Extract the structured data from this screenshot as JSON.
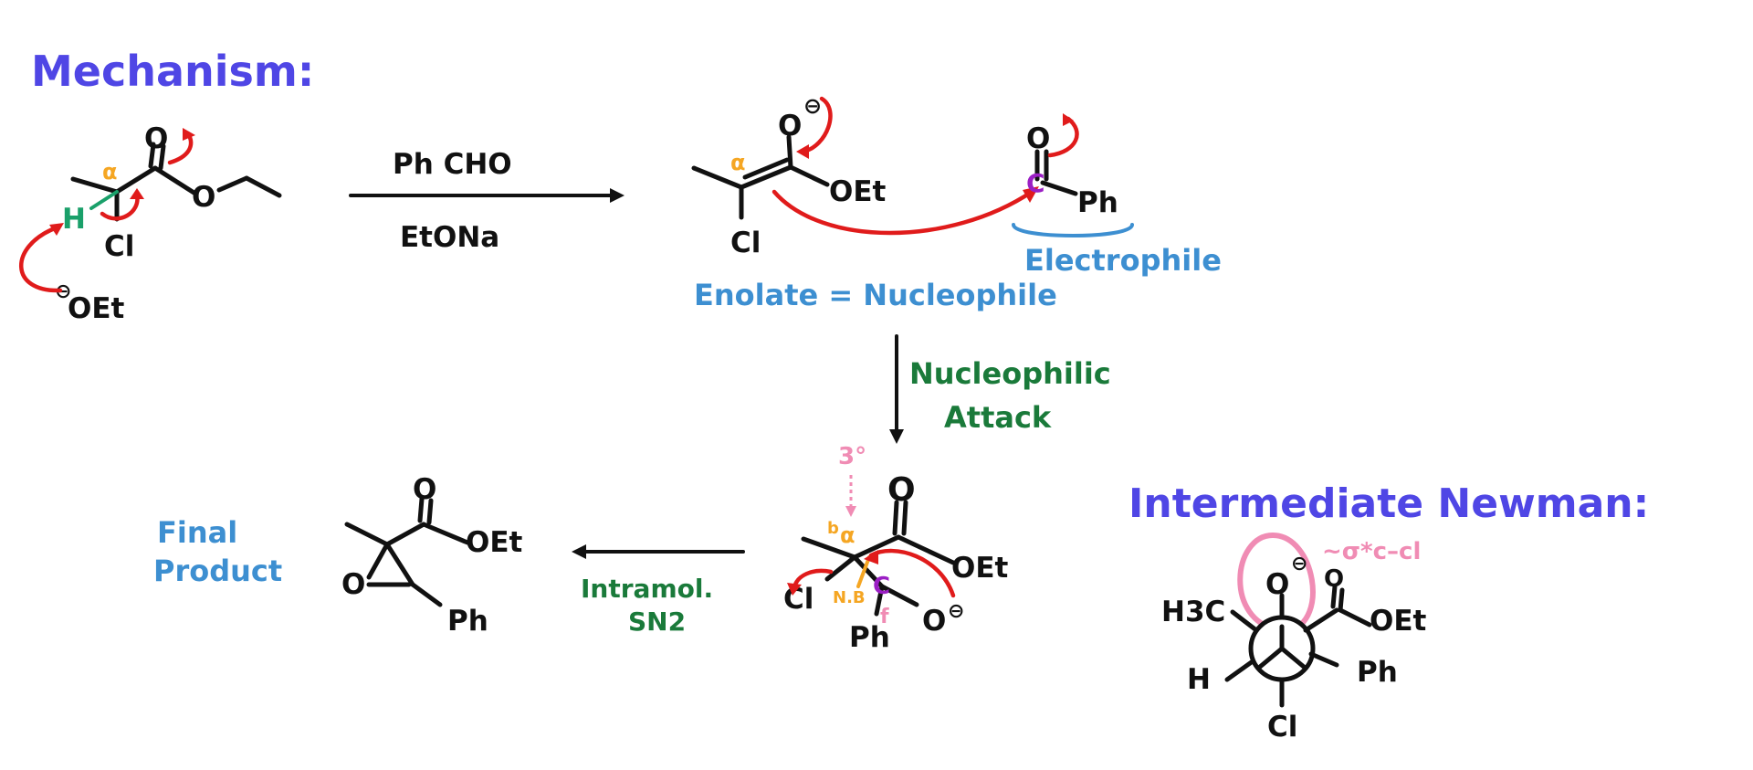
{
  "heading": "Mechanism:",
  "reagents": {
    "top": "Ph CHO",
    "bottom": "EtONa"
  },
  "labels": {
    "electrophile": "Electrophile",
    "enolate": "Enolate = Nucleophile",
    "nucleophilic_line1": "Nucleophilic",
    "nucleophilic_line2": "Attack",
    "final_line1": "Final",
    "final_line2": "Product",
    "intramol_line1": "Intramol.",
    "intramol_line2": "SN2",
    "newman_title": "Intermediate Newman:",
    "sigma_star": "~σ*c–cl"
  },
  "atoms": {
    "O": "O",
    "OEt": "OEt",
    "Cl": "Cl",
    "H": "H",
    "Ph": "Ph",
    "alpha": "α",
    "beta": "b",
    "f": "f",
    "NB": "N.B",
    "three_deg": "3°",
    "H3C": "H3C",
    "C": "C",
    "minus": "⊖"
  },
  "colors": {
    "heading": "#4f46e5",
    "blue_label": "#3d8fd1",
    "green_label": "#1a7a3a",
    "arrow_red": "#e01b1b",
    "alpha_orange": "#f5a623",
    "pink": "#f08cb4",
    "carbon_purple": "#9b1fc4",
    "h_green": "#1aa06a"
  }
}
